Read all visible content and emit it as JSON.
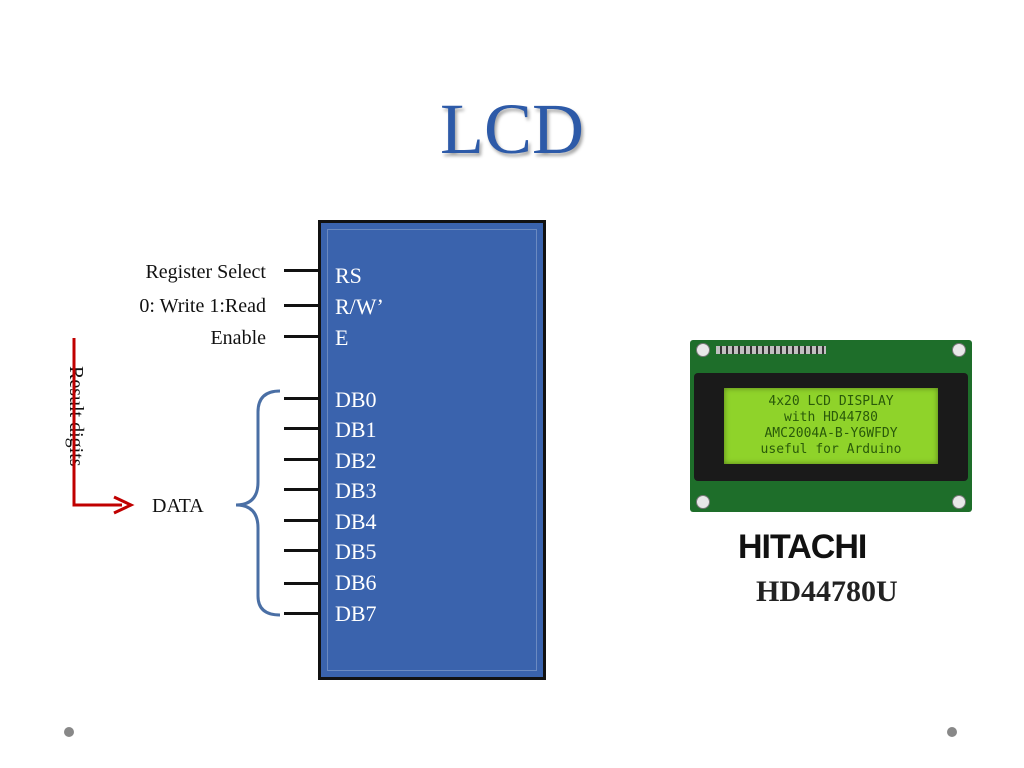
{
  "title": "LCD",
  "signals": {
    "register_select": "Register Select",
    "write_read": "0: Write 1:Read",
    "enable": "Enable",
    "data": "DATA",
    "result_digits": "Result digits"
  },
  "pins": [
    "RS",
    "R/W’",
    "E",
    "DB0",
    "DB1",
    "DB2",
    "DB3",
    "DB4",
    "DB5",
    "DB6",
    "DB7"
  ],
  "lcd_display": {
    "lines": [
      "4x20 LCD DISPLAY",
      "with HD44780",
      "AMC2004A-B-Y6WFDY",
      "useful for Arduino"
    ]
  },
  "brand": "HITACHI",
  "model": "HD44780U",
  "colors": {
    "title": "#2d5aa8",
    "chip": "#3a63ad",
    "arrow": "#c00000",
    "brace": "#4a6fa5",
    "lcd_screen": "#8fd32a"
  }
}
